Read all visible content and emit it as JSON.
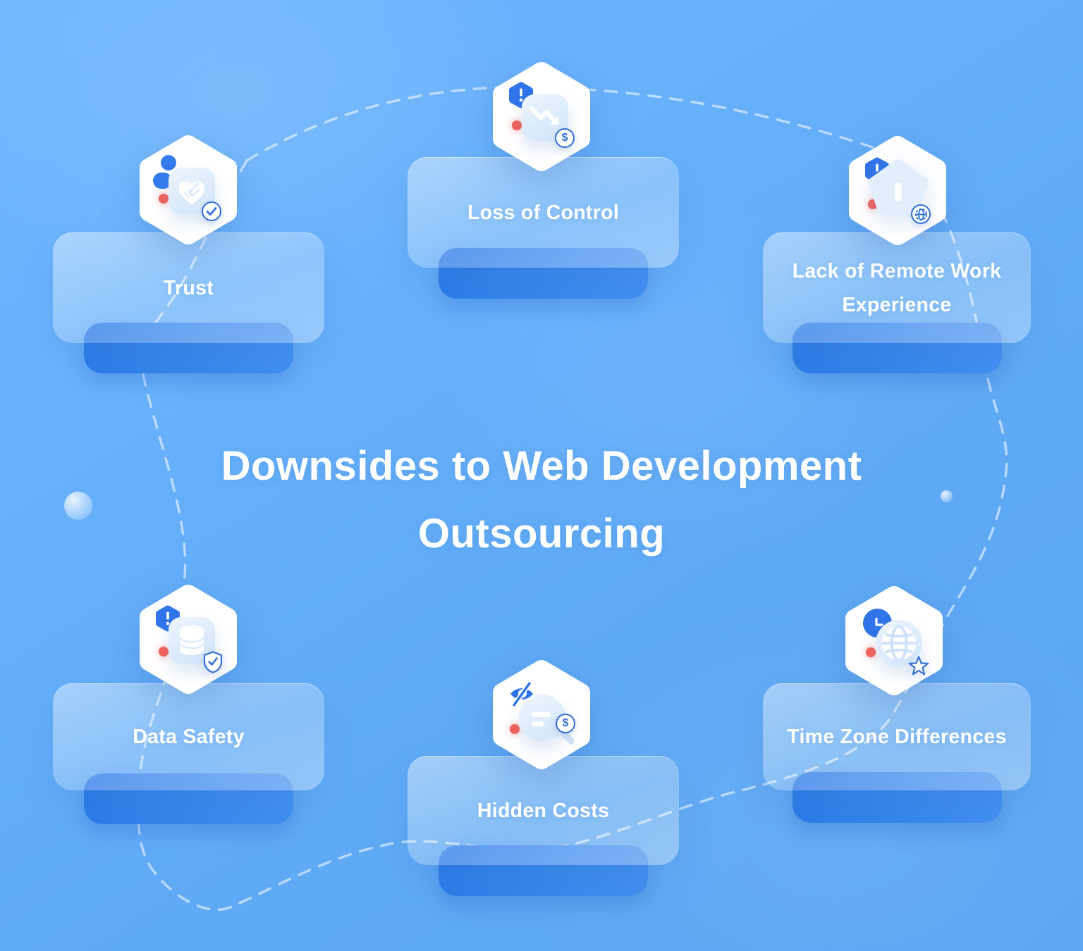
{
  "title": {
    "line1": "Downsides to Web Development",
    "line2": "Outsourcing"
  },
  "cards": [
    {
      "id": "trust",
      "label": "Trust",
      "hex_icon": "person-icon",
      "main_icon": "handshake-icon",
      "badge_icon": "check-circle-icon"
    },
    {
      "id": "loss-of-control",
      "label": "Loss of Control",
      "hex_icon": "alert-hexagon-icon",
      "main_icon": "trend-down-icon",
      "badge_icon": "dollar-circle-icon"
    },
    {
      "id": "lack-remote-experience",
      "label": "Lack of Remote Work Experience",
      "hex_icon": "alert-hexagon-icon",
      "main_icon": "shield-pentagon-icon",
      "badge_icon": "globe-circle-icon"
    },
    {
      "id": "data-safety",
      "label": "Data Safety",
      "hex_icon": "alert-hexagon-icon",
      "main_icon": "database-icon",
      "badge_icon": "shield-check-icon"
    },
    {
      "id": "hidden-costs",
      "label": "Hidden Costs",
      "hex_icon": "eye-off-icon",
      "main_icon": "magnifier-text-icon",
      "badge_icon": "dollar-circle-icon"
    },
    {
      "id": "time-zone-differences",
      "label": "Time Zone Differences",
      "hex_icon": "clock-icon",
      "main_icon": "globe-icon",
      "badge_icon": "star-icon"
    }
  ],
  "glyphs": {
    "dollar": "$"
  },
  "colors": {
    "background_top": "#70b7fd",
    "background_bottom": "#5aa5f1",
    "accent_blue": "#2f74e8",
    "badge_ring_blue": "#2f6fd8",
    "bar_blue": "#2e80ea",
    "alert_red": "#f4605a",
    "glass_white": "rgba(255,255,255,0.30)",
    "text_white": "#ffffff",
    "dash_white": "rgba(255,255,255,0.55)"
  }
}
